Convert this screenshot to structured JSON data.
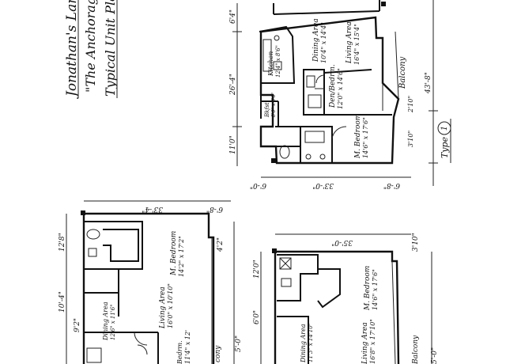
{
  "title_block": {
    "line1": "Jonathan's Landing",
    "line2": "\"The Anchorage\"",
    "line3": "Typical Unit Plan"
  },
  "plan_type_1": {
    "type_label": "Type",
    "type_number": "1",
    "rooms": {
      "kitchen": "Kitchen",
      "kitchen_dim": "12'4\" x 8'6\"",
      "bkfst": "Bkfst.",
      "bkfst_dim": "8'6\" x 8'0\"",
      "dining": "Dining Area",
      "dining_dim": "10'4\" x 14'4\"",
      "living": "Living Area",
      "living_dim": "16'4\" x 15'4\"",
      "den": "Den/Bedrm.",
      "den_dim": "12'0\" x 14'6\"",
      "master": "M. Bedroom",
      "master_dim": "14'6\" x 17'6\"",
      "balcony": "Balcony"
    },
    "dims": {
      "top_a": "6'4\"",
      "left_a": "26'-4\"",
      "left_b": "11'0\"",
      "right_a": "43'-8\"",
      "right_b": "3'10\"",
      "right_c": "2'10\"",
      "bottom_a": "6'-0\"",
      "bottom_b": "33'-0\"",
      "bottom_c": "6'-8\""
    }
  },
  "plan_left": {
    "rooms": {
      "master": "M. Bedroom",
      "master_dim": "14'2\" x 17'2\"",
      "living": "Living Area",
      "living_dim": "16'0\" x 10'10\"",
      "dining": "Dining Area",
      "dining_dim": "12'6\" x 11'6\"",
      "bedrm": "Bedrm.",
      "bedrm_dim": "11'4\" x 12'",
      "balcony": "cony"
    },
    "dims": {
      "top_a": "33'-4\"",
      "top_b": "6'-8\"",
      "left_a": "12'8\"",
      "left_b": "10'-4\"",
      "left_c": "9'2\"",
      "right_a": "4'2\"",
      "right_b": "5'-0\""
    }
  },
  "plan_right": {
    "rooms": {
      "master": "M. Bedroom",
      "master_dim": "14'6\" x 17'6\"",
      "dining": "Dining Area",
      "dining_dim": "11'3\" x 14'10\"",
      "living": "Living Area",
      "living_dim": "16'8\" x 17'10\"",
      "balcony": "Balcony"
    },
    "dims": {
      "top_a": "35'-0\"",
      "left_a": "12'0\"",
      "left_b": "6'0\"",
      "right_a": "3'10\"",
      "right_b": "5'-0\""
    }
  }
}
